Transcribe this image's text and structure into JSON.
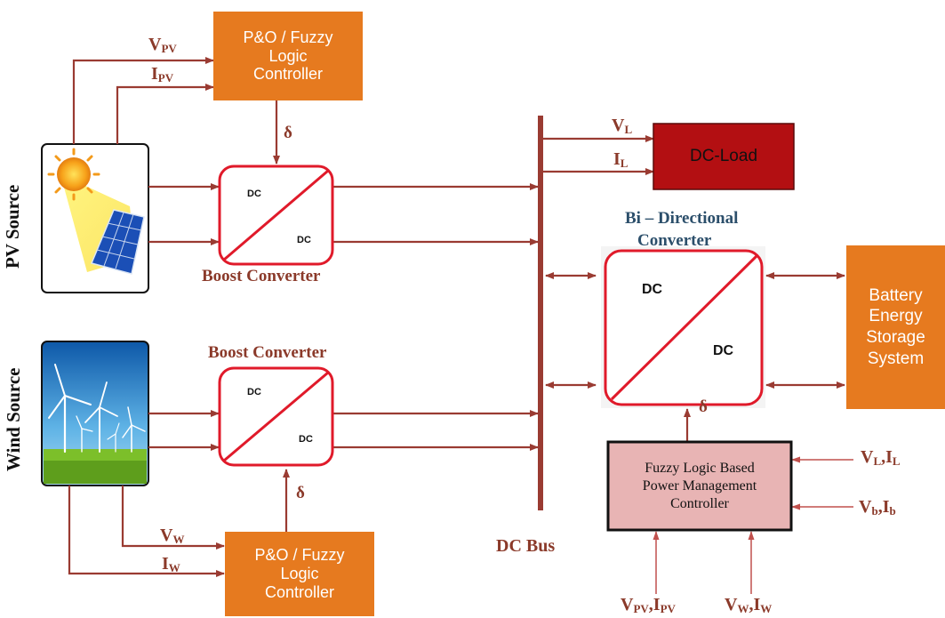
{
  "colors": {
    "wire": "#9a3b32",
    "label": "#8b3a2a",
    "orange": "#e67a1f",
    "dc_load": "#b30f12",
    "converter_border": "#e01a2a",
    "bidir_title": "#2c4f6b",
    "pmc_fill": "#e8b4b4"
  },
  "pv": {
    "source_label": "PV Source",
    "controller": {
      "line1": "P&O / Fuzzy",
      "line2": "Logic",
      "line3": "Controller"
    },
    "v_main": "V",
    "v_sub": "PV",
    "i_main": "I",
    "i_sub": "PV",
    "delta": "δ",
    "converter": {
      "title": "Boost Converter",
      "dc_top": "DC",
      "dc_bottom": "DC"
    }
  },
  "wind": {
    "source_label": "Wind Source",
    "controller": {
      "line1": "P&O / Fuzzy",
      "line2": "Logic",
      "line3": "Controller"
    },
    "v_main": "V",
    "v_sub": "W",
    "i_main": "I",
    "i_sub": "W",
    "delta": "δ",
    "converter": {
      "title": "Boost Converter",
      "dc_top": "DC",
      "dc_bottom": "DC"
    }
  },
  "bus": {
    "label": "DC Bus"
  },
  "load": {
    "label": "DC-Load",
    "v_main": "V",
    "v_sub": "L",
    "i_main": "I",
    "i_sub": "L"
  },
  "bidir": {
    "title_line1": "Bi – Directional",
    "title_line2": "Converter",
    "dc_top": "DC",
    "dc_bottom": "DC",
    "delta": "δ"
  },
  "battery": {
    "line1": "Battery",
    "line2": "Energy",
    "line3": "Storage",
    "line4": "System"
  },
  "pmc": {
    "line1": "Fuzzy Logic Based",
    "line2": "Power Management",
    "line3": "Controller",
    "in_load": {
      "a": "V",
      "a_sub": "L",
      "sep": ",",
      "b": "I",
      "b_sub": "L"
    },
    "in_batt": {
      "a": "V",
      "a_sub": "b",
      "sep": ",",
      "b": "I",
      "b_sub": "b"
    },
    "in_pv": {
      "a": "V",
      "a_sub": "PV",
      "sep": ",",
      "b": "I",
      "b_sub": "PV"
    },
    "in_wind": {
      "a": "V",
      "a_sub": "W",
      "sep": ",",
      "b": "I",
      "b_sub": "W"
    }
  }
}
